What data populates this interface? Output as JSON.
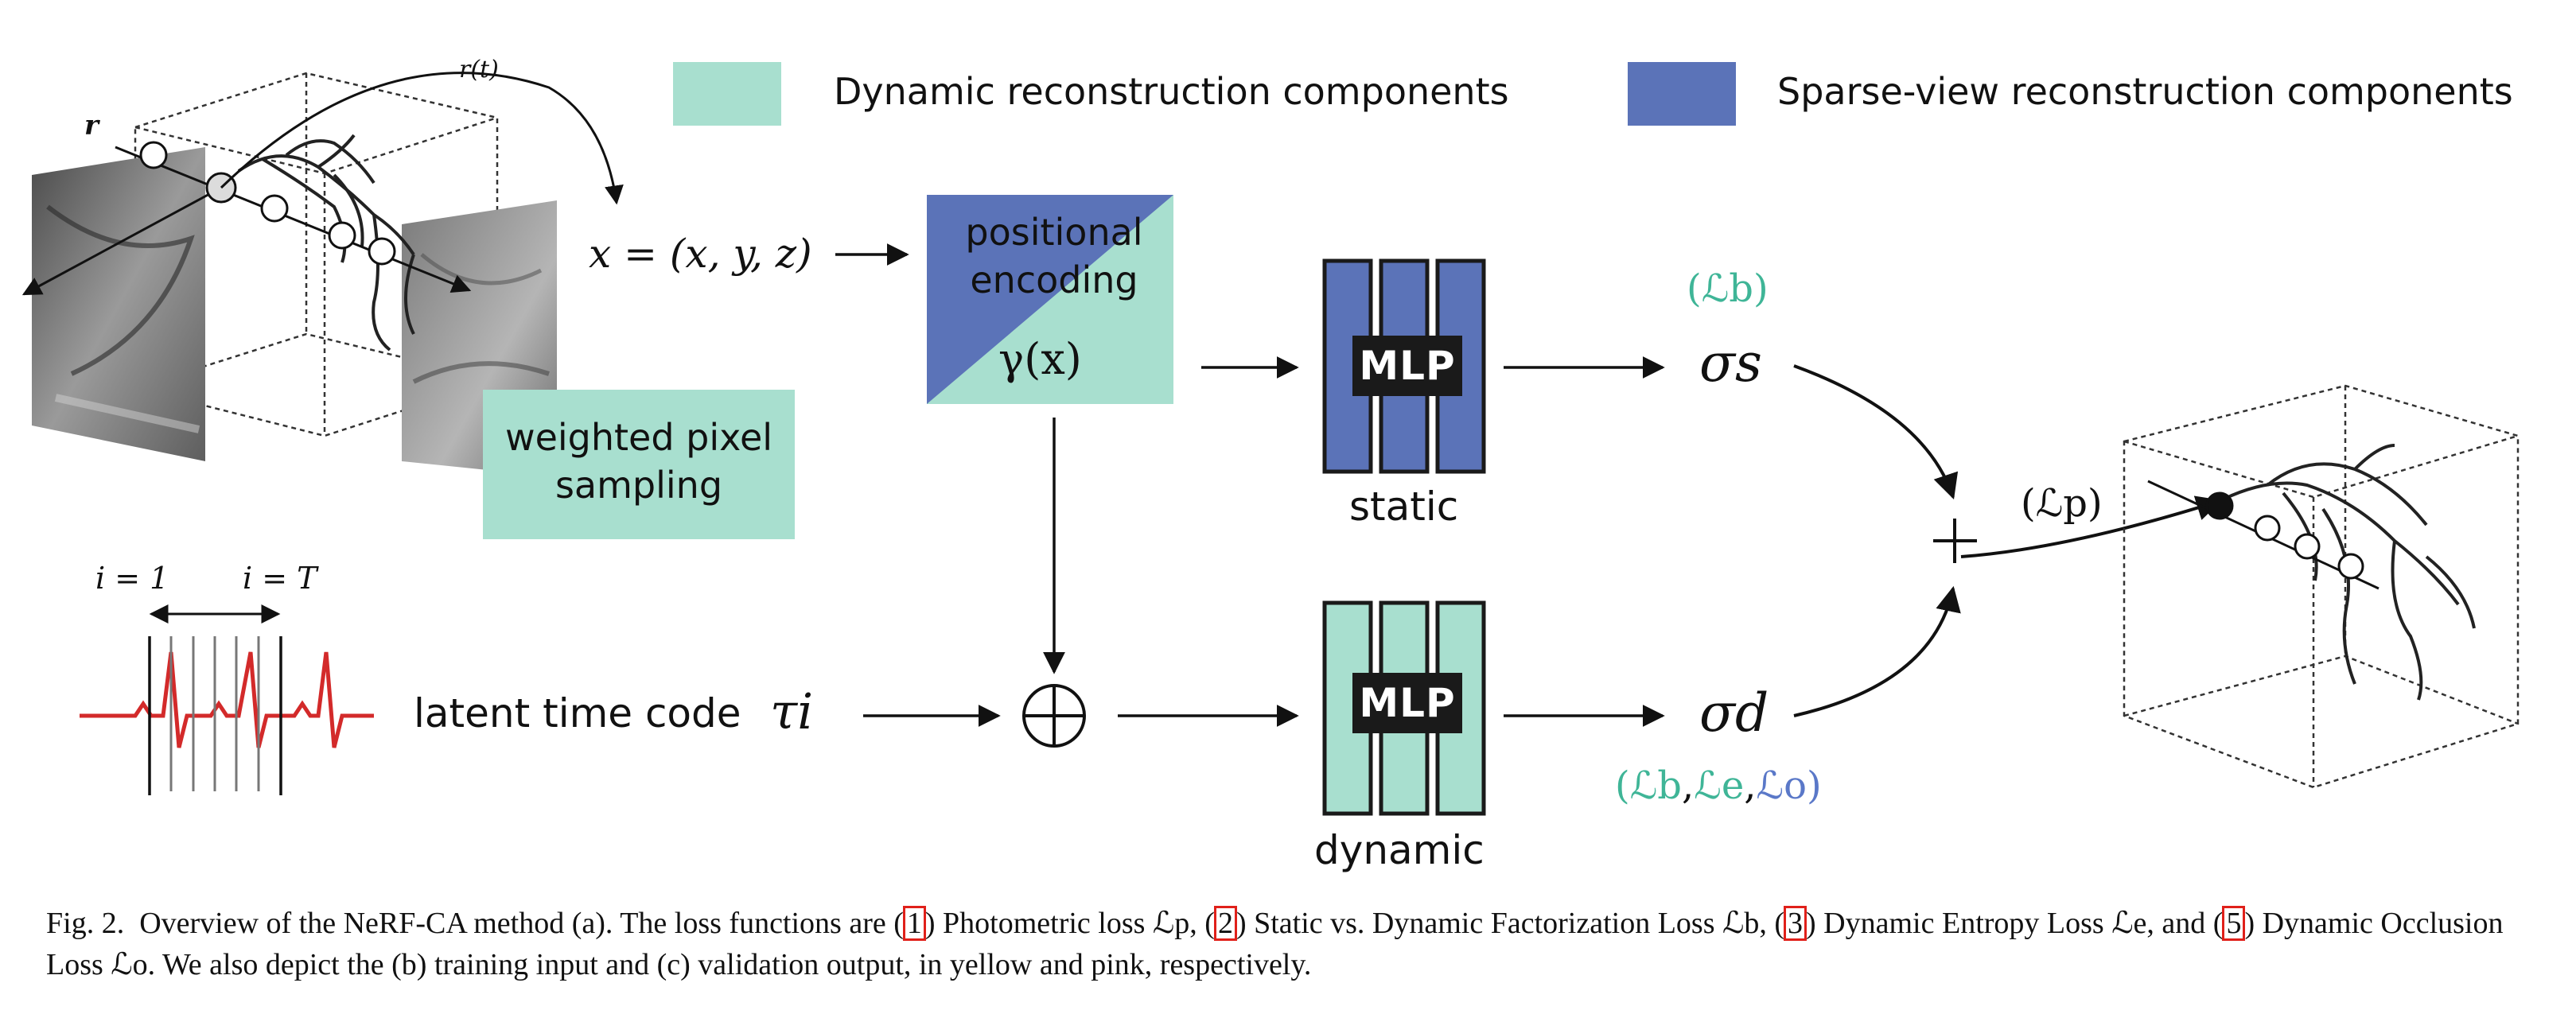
{
  "legend": {
    "dynamic": {
      "label": "Dynamic reconstruction components",
      "color": "#a8dfcf"
    },
    "sparse": {
      "label": "Sparse-view reconstruction components",
      "color": "#5b73b8"
    }
  },
  "labels": {
    "ray": "r",
    "ray_t": "r(t)",
    "x_eq": "x = (x, y, z)",
    "positional_encoding": "positional encoding",
    "gamma_x": "γ(x)",
    "weighted_pixel_sampling": "weighted pixel sampling",
    "i_eq_1": "i = 1",
    "i_eq_T": "i = T",
    "latent_time_code": "latent time code",
    "tau_i": "τi",
    "mlp_static": "MLP",
    "mlp_dynamic": "MLP",
    "static": "static",
    "dynamic": "dynamic",
    "sigma_s": "σs",
    "sigma_d": "σd",
    "loss_b_top": "(ℒb)",
    "loss_p": "(ℒp)",
    "loss_bottom_b": "ℒb",
    "loss_bottom_e": "ℒe",
    "loss_bottom_o": "ℒo",
    "plus": "+",
    "oplus": "⊕"
  },
  "colors": {
    "teal": "#a8dfcf",
    "teal_text": "#3fb597",
    "blue": "#5b73b8",
    "blue_text": "#5a78c8",
    "ecg": "#d32a2a"
  },
  "caption": {
    "p1": "Fig. 2.  Overview of the NeRF-CA method (a). The loss functions are (",
    "r1": "1",
    "p2": ") Photometric loss ℒp, (",
    "r2": "2",
    "p3": ") Static vs. Dynamic Factorization Loss ℒb, (",
    "r3": "3",
    "p4": ") Dynamic Entropy Loss ℒe, and (",
    "r4": "5",
    "p5": ") Dynamic Occlusion Loss ℒo. We also depict the (b) training input and (c) validation output, in yellow and pink, respectively."
  }
}
